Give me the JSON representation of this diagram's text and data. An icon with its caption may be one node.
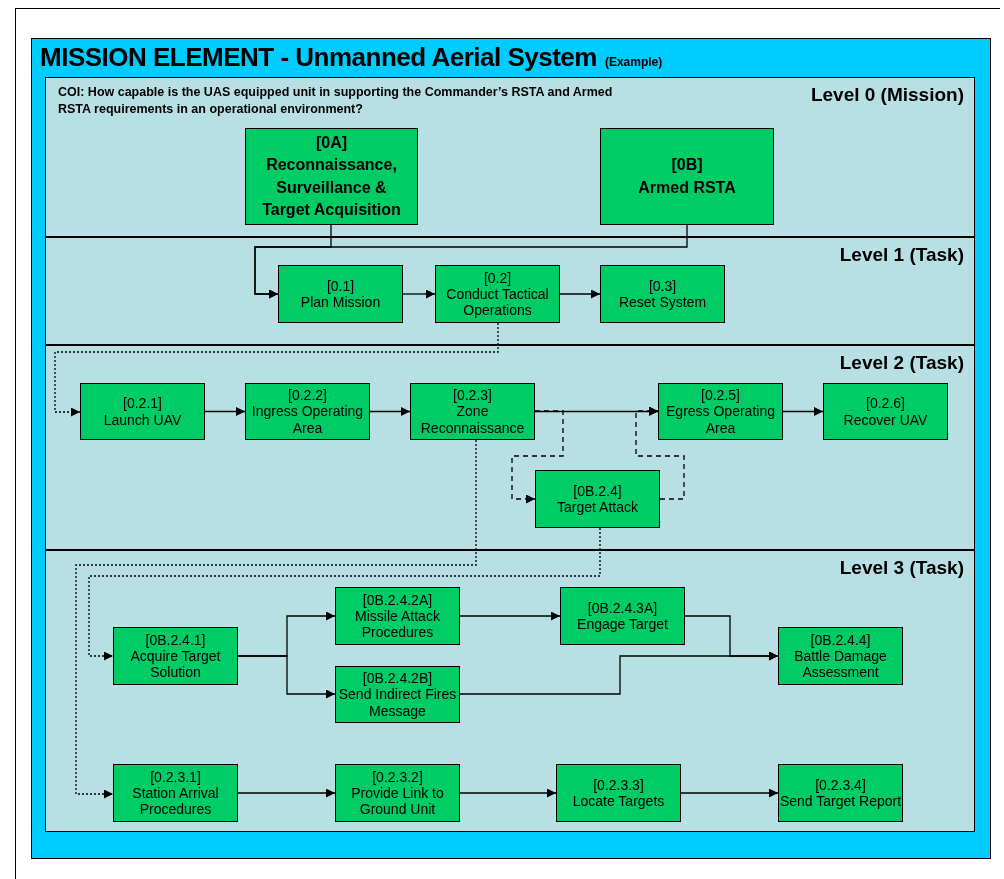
{
  "diagram": {
    "title": "MISSION ELEMENT - Unmanned Aerial System",
    "nodes": [
      {
        "text": [
          "COI: How capable is the UAS equipped unit in supporting the Commander’s RSTA and Armed RSTA requirements in an operational environment?",
          "Level 0 (Mission)"
        ]
      },
      {
        "text": [
          "[0A]",
          "Reconnaissance, Surveillance & Target Acquisition"
        ],
        "in": 0
      },
      {
        "text": [
          "[0B]",
          "Armed RSTA"
        ],
        "in": 0
      },
      {
        "text": [
          "Level 1 (Task)"
        ]
      },
      {
        "text": [
          "[0.1]",
          "Plan Mission"
        ],
        "in": 3
      },
      {
        "text": [
          "[0.2]",
          "Conduct Tactical Operations"
        ],
        "in": 3
      },
      {
        "text": [
          "[0.3]",
          "Reset System"
        ],
        "in": 3
      },
      {
        "text": [
          "Level 2 (Task)"
        ]
      },
      {
        "text": [
          "[0.2.1]",
          "Launch UAV"
        ],
        "in": 7
      },
      {
        "text": [
          "[0.2.2]",
          "Ingress Operating Area"
        ],
        "in": 7
      },
      {
        "text": [
          "[0.2.3]",
          "Zone Reconnaissance"
        ],
        "in": 7
      },
      {
        "text": [
          "[0.2.5]",
          "Egress Operating Area"
        ],
        "in": 7
      },
      {
        "text": [
          "[0.2.6]",
          "Recover UAV"
        ],
        "in": 7
      },
      {
        "text": [
          "[0B.2.4]",
          "Target Attack"
        ],
        "in": 7
      },
      {
        "text": [
          "Level 3 (Task)"
        ]
      },
      {
        "text": [
          "[0B.2.4.1]",
          "Acquire Target Solution"
        ],
        "in": 14
      },
      {
        "text": [
          "[0B.2.4.2A]",
          "Missile Attack Procedures"
        ],
        "in": 14
      },
      {
        "text": [
          "[0B.2.4.2B]",
          "Send Indirect Fires Message"
        ],
        "in": 14
      },
      {
        "text": [
          "[0B.2.4.3A]",
          "Engage Target"
        ],
        "in": 14
      },
      {
        "text": [
          "[0B.2.4.4]",
          "Battle Damage Assessment"
        ],
        "in": 14
      },
      {
        "text": [
          "[0.2.3.1]",
          "Station Arrival Procedures"
        ],
        "in": 14
      },
      {
        "text": [
          "[0.2.3.2]",
          "Provide Link to Ground Unit"
        ],
        "in": 14
      },
      {
        "text": [
          "[0.2.3.3]",
          "Locate Targets"
        ],
        "in": 14
      },
      {
        "text": [
          "[0.2.3.4]",
          "Send Target Report"
        ],
        "in": 14
      }
    ],
    "edges": [
      {
        "from": 1,
        "to": 4,
        "arrow": "to"
      },
      {
        "from": 2,
        "to": 4,
        "arrow": "to"
      },
      {
        "from": 4,
        "to": 5,
        "arrow": "to"
      },
      {
        "from": 5,
        "to": 6,
        "arrow": "to"
      },
      {
        "from": 5,
        "to": 8,
        "arrow": "to",
        "style": "dashed"
      },
      {
        "from": 8,
        "to": 9,
        "arrow": "to"
      },
      {
        "from": 9,
        "to": 10,
        "arrow": "to"
      },
      {
        "from": 10,
        "to": 11,
        "arrow": "to"
      },
      {
        "from": 11,
        "to": 12,
        "arrow": "to"
      },
      {
        "from": 10,
        "to": 13,
        "arrow": "to",
        "style": "dashed"
      },
      {
        "from": 13,
        "to": 11,
        "arrow": "to",
        "style": "dashed"
      },
      {
        "from": 13,
        "to": 15,
        "arrow": "to",
        "style": "dashed"
      },
      {
        "from": 10,
        "to": 20,
        "arrow": "to",
        "style": "dashed"
      },
      {
        "from": 15,
        "to": 16,
        "arrow": "to"
      },
      {
        "from": 15,
        "to": 17,
        "arrow": "to"
      },
      {
        "from": 16,
        "to": 18,
        "arrow": "to"
      },
      {
        "from": 18,
        "to": 19,
        "arrow": "to"
      },
      {
        "from": 17,
        "to": 19,
        "arrow": "to"
      },
      {
        "from": 20,
        "to": 21,
        "arrow": "to"
      },
      {
        "from": 21,
        "to": 22,
        "arrow": "to"
      },
      {
        "from": 22,
        "to": 23,
        "arrow": "to"
      }
    ],
    "labels": [
      "(Example)"
    ]
  }
}
